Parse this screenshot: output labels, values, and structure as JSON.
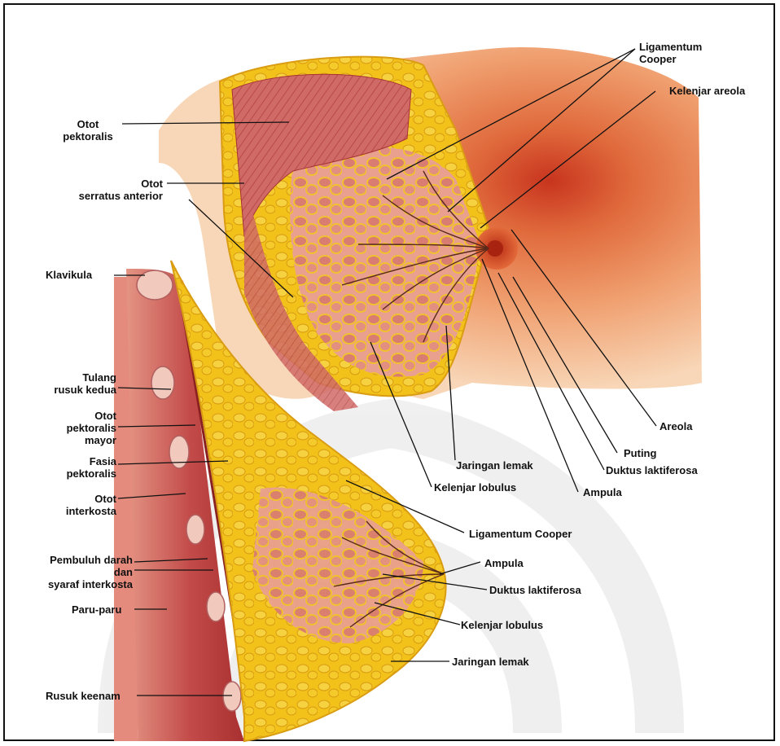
{
  "colors": {
    "skin_light": "#f7d2b0",
    "skin_mid": "#ec9a60",
    "skin_dark": "#d9583a",
    "fat": "#f2c21b",
    "fat_dark": "#d99c12",
    "gland": "#e7958c",
    "muscle": "#c94747",
    "muscle_dark": "#a63232",
    "bone": "#f1c9bd",
    "lung": "#e48b7d",
    "line": "#222222",
    "watermark": "#e6e6e6"
  },
  "labels": {
    "ligamentum_cooper_top_1": "Ligamentum",
    "ligamentum_cooper_top_2": "Cooper",
    "kelenjar_areola": "Kelenjar areola",
    "otot_pektoralis_1": "Otot",
    "otot_pektoralis_2": "pektoralis",
    "otot_serratus_1": "Otot",
    "otot_serratus_2": "serratus anterior",
    "klavikula": "Klavikula",
    "tulang_rusuk_1": "Tulang",
    "tulang_rusuk_2": "rusuk kedua",
    "otot_pektoralis_mayor_1": "Otot",
    "otot_pektoralis_mayor_2": "pektoralis",
    "otot_pektoralis_mayor_3": "mayor",
    "fasia_1": "Fasia",
    "fasia_2": "pektoralis",
    "otot_interkosta_1": "Otot",
    "otot_interkosta_2": "interkosta",
    "pembuluh_1": "Pembuluh darah",
    "pembuluh_2": "dan",
    "pembuluh_3": "syaraf interkosta",
    "paru_paru": "Paru-paru",
    "rusuk_keenam": "Rusuk keenam",
    "areola": "Areola",
    "puting": "Puting",
    "duktus_laktiferosa_top": "Duktus laktiferosa",
    "jaringan_lemak_top": "Jaringan lemak",
    "kelenjar_lobulus_top": "Kelenjar lobulus",
    "ampula_top": "Ampula",
    "ligamentum_cooper_mid": "Ligamentum Cooper",
    "ampula_bottom": "Ampula",
    "duktus_laktiferosa_bottom": "Duktus laktiferosa",
    "kelenjar_lobulus_bottom": "Kelenjar lobulus",
    "jaringan_lemak_bottom": "Jaringan lemak"
  }
}
